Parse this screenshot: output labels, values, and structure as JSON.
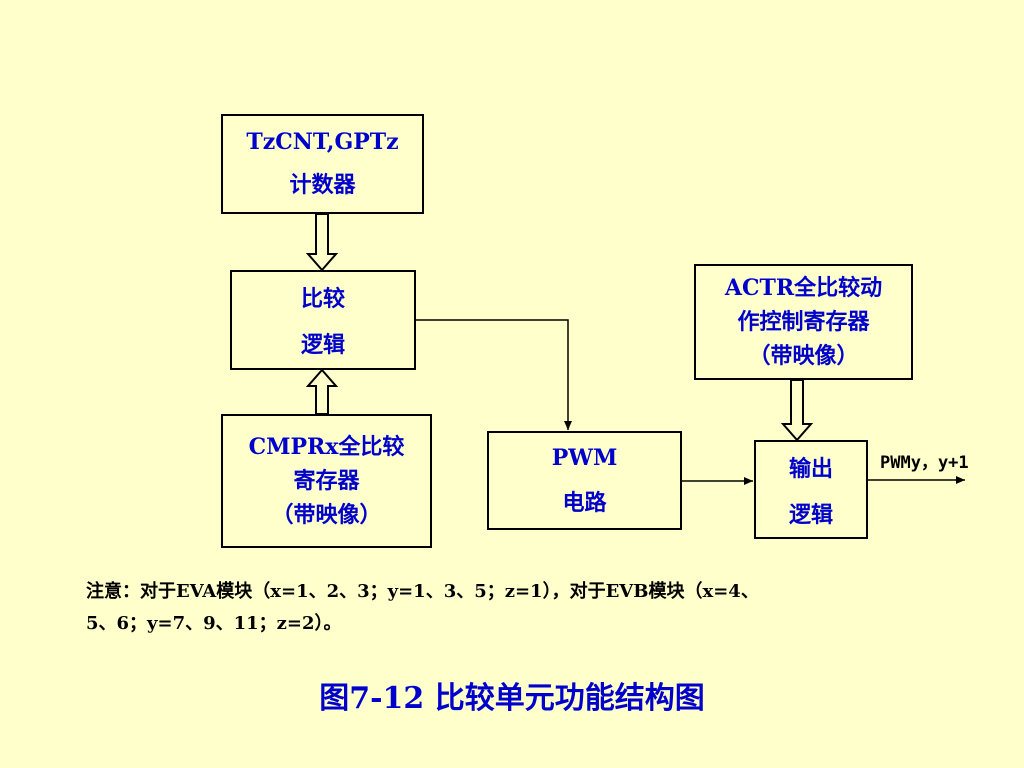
{
  "boxes": {
    "counter": {
      "line1": "TzCNT,GPTz",
      "line2": "计数器"
    },
    "compare_logic": {
      "line1": "比较",
      "line2": "逻辑"
    },
    "cmpr": {
      "line1": "CMPRx全比较",
      "line2": "寄存器",
      "line3": "（带映像）"
    },
    "pwm": {
      "line1": "PWM",
      "line2": "电路"
    },
    "actr": {
      "line1": "ACTR全比较动",
      "line2": "作控制寄存器",
      "line3": "（带映像）"
    },
    "output_logic": {
      "line1": "输出",
      "line2": "逻辑"
    }
  },
  "output_signal": "PWMy，y+1",
  "note": {
    "line1": "注意：对于EVA模块（x=1、2、3；y=1、3、5；z=1），对于EVB模块（x=4、",
    "line2": "5、6；y=7、9、11；z=2）。"
  },
  "caption": "图7-12  比较单元功能结构图",
  "colors": {
    "background": "#ffffcc",
    "label_text": "#0000cc",
    "lines": "#000000"
  }
}
